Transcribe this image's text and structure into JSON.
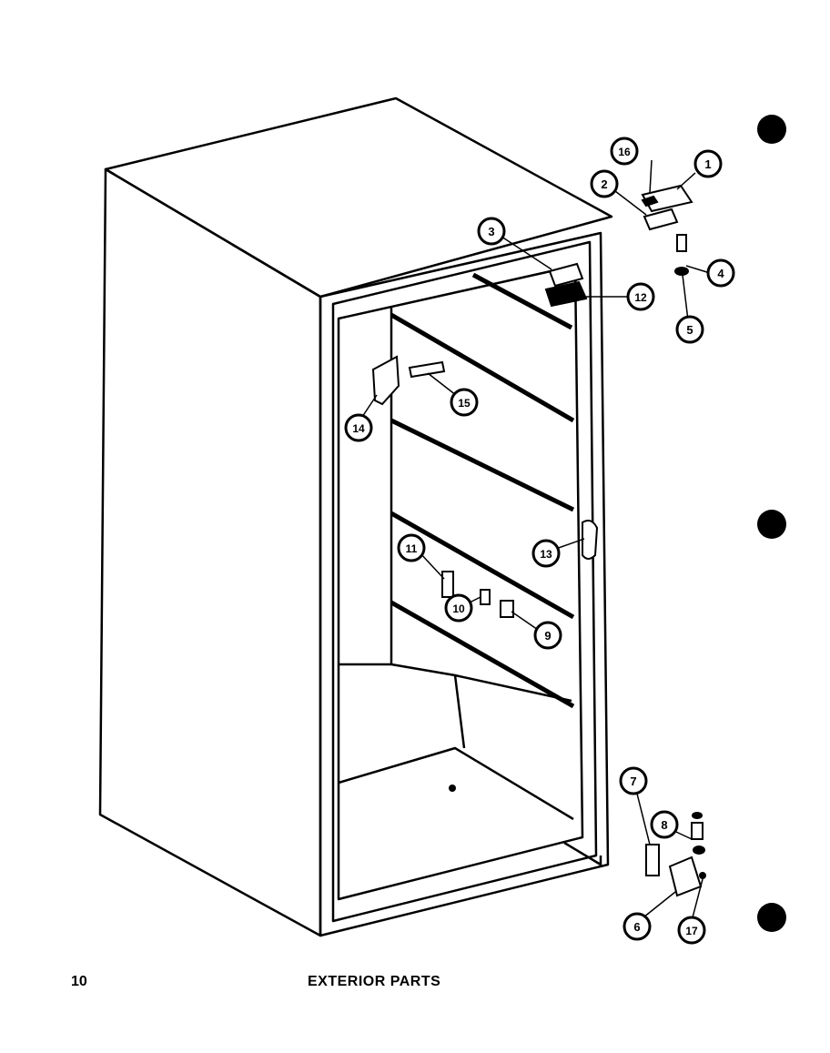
{
  "page": {
    "page_number": "10",
    "caption": "EXTERIOR PARTS"
  },
  "callouts": [
    {
      "id": "1",
      "label": "1"
    },
    {
      "id": "2",
      "label": "2"
    },
    {
      "id": "3",
      "label": "3"
    },
    {
      "id": "4",
      "label": "4"
    },
    {
      "id": "5",
      "label": "5"
    },
    {
      "id": "6",
      "label": "6"
    },
    {
      "id": "7",
      "label": "7"
    },
    {
      "id": "8",
      "label": "8"
    },
    {
      "id": "9",
      "label": "9"
    },
    {
      "id": "10",
      "label": "10"
    },
    {
      "id": "11",
      "label": "11"
    },
    {
      "id": "12",
      "label": "12"
    },
    {
      "id": "13",
      "label": "13"
    },
    {
      "id": "14",
      "label": "14"
    },
    {
      "id": "15",
      "label": "15"
    },
    {
      "id": "16",
      "label": "16"
    },
    {
      "id": "17",
      "label": "17"
    }
  ],
  "colors": {
    "ink": "#000000",
    "paper": "#ffffff"
  }
}
